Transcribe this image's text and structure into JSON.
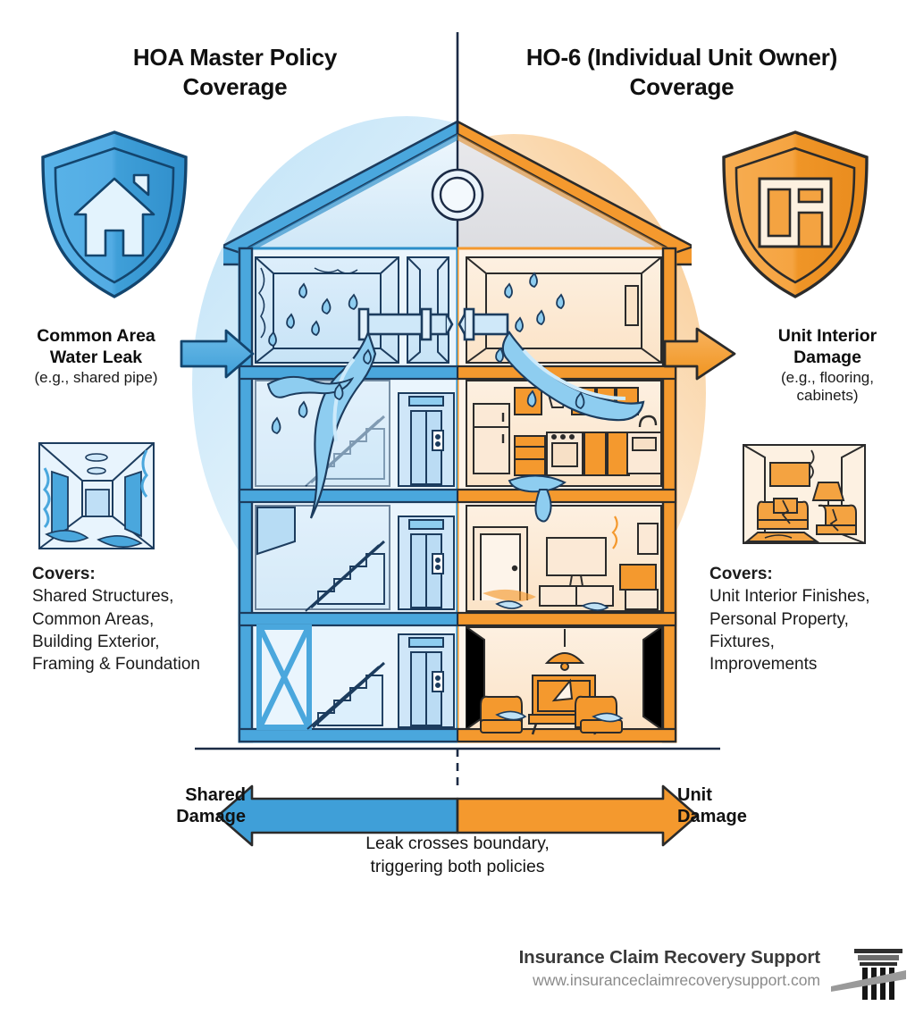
{
  "headings": {
    "left": "HOA Master Policy\nCoverage",
    "left_line1": "HOA Master Policy",
    "left_line2": "Coverage",
    "right_line1": "HO-6 (Individual Unit Owner)",
    "right_line2": "Coverage"
  },
  "left_side": {
    "callout_line1": "Common Area",
    "callout_line2": "Water Leak",
    "callout_sub": "(e.g., shared pipe)",
    "covers_title": "Covers:",
    "covers_items": [
      "Shared Structures,",
      "Common Areas,",
      "Building Exterior,",
      "Framing & Foundation"
    ],
    "shield_icon": "shield-house-icon",
    "thumb_icon": "damaged-hallway-icon"
  },
  "right_side": {
    "callout_line1": "Unit Interior",
    "callout_line2": "Damage",
    "callout_sub_line1": "(e.g., flooring,",
    "callout_sub_line2": "cabinets)",
    "covers_title": "Covers:",
    "covers_items": [
      "Unit Interior Finishes,",
      "Personal Property,",
      "Fixtures,",
      "Improvements"
    ],
    "shield_icon": "shield-unit-icon",
    "thumb_icon": "damaged-living-room-icon"
  },
  "scale": {
    "left_line1": "Shared",
    "left_line2": "Damage",
    "right_line1": "Unit",
    "right_line2": "Damage",
    "caption_line1": "Leak crosses boundary,",
    "caption_line2": "triggering both policies"
  },
  "footer": {
    "brand": "Insurance Claim Recovery Support",
    "url": "www.insuranceclaimrecoverysupport.com",
    "logo_icon": "pillar-logo-icon"
  },
  "colors": {
    "hoa_blue": "#3f9fd8",
    "hoa_blue_dark": "#1b5f92",
    "hoa_blue_light": "#d6ecfa",
    "unit_orange": "#f4992e",
    "unit_orange_dark": "#d2781a",
    "unit_cream": "#fbe6cd",
    "water_blue": "#8ecdf0",
    "outline": "#1c2b45",
    "text": "#111111",
    "muted": "#8b8b8b"
  },
  "diagram": {
    "type": "split-comparison-infographic",
    "subject": "HOA Master Policy vs HO-6 coverage split at a condo water leak",
    "divider": "vertical dashed/solid center line splitting building into blue (HOA) and orange (unit owner) halves",
    "building_floors": 4,
    "left_features": [
      "stairwell",
      "elevator",
      "common corridor",
      "cross-braced structure",
      "cracked walls",
      "water spray"
    ],
    "right_features": [
      "kitchen with cabinets, stove, refrigerator, sink",
      "living room with TV and media console",
      "lower living room with armchairs, coffee table, pendant lamp",
      "water pooling on floor"
    ],
    "center_feature": "burst shared pipe at roof level spraying water into both halves"
  }
}
